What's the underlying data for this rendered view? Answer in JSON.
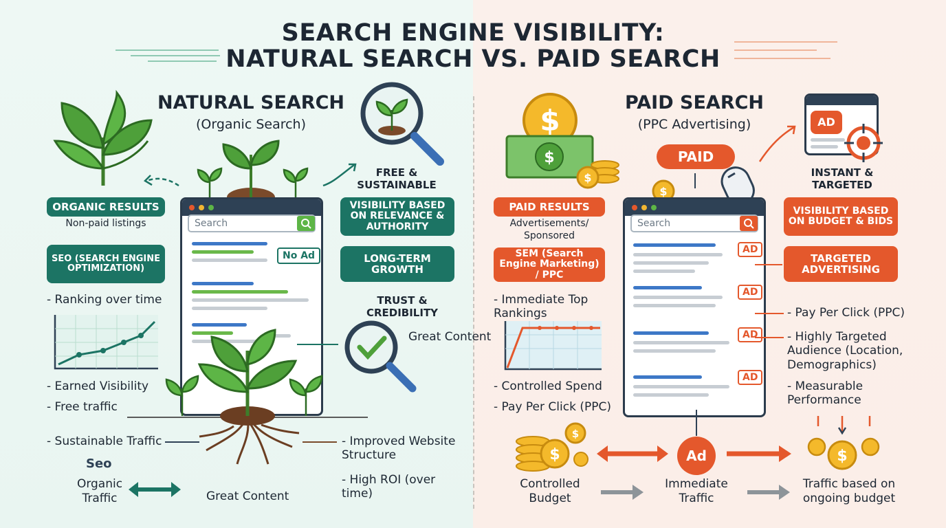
{
  "title": {
    "line1": "SEARCH ENGINE VISIBILITY:",
    "line2": "NATURAL SEARCH VS. PAID SEARCH"
  },
  "natural": {
    "heading": "NATURAL SEARCH",
    "subheading": "(Organic Search)",
    "free_label": "FREE & SUSTAINABLE",
    "organic_results": "ORGANIC RESULTS",
    "non_paid": "Non-paid listings",
    "seo": "SEO (SEARCH ENGINE OPTIMIZATION)",
    "ranking": "- Ranking over time",
    "earned": "- Earned Visibility",
    "free_traffic": "- Free traffic",
    "sustainable_traffic": "- Sustainable Traffic",
    "seo_word": "Seo",
    "organic_traffic": "Organic Traffic",
    "great_content_bottom": "Great Content",
    "visibility": "VISIBILITY BASED ON RELEVANCE & AUTHORITY",
    "long_term": "LONG-TERM GROWTH",
    "trust": "TRUST & CREDIBILITY",
    "great_content": "Great Content",
    "improved": "- Improved Website Structure",
    "high_roi": "- High ROI (over time)",
    "search_placeholder": "Search",
    "no_ad": "No Ad"
  },
  "paid": {
    "heading": "PAID SEARCH",
    "subheading": "(PPC Advertising)",
    "paid_button": "PAID",
    "ad_label": "AD",
    "instant": "INSTANT & TARGETED",
    "paid_results": "PAID RESULTS",
    "advertisements": "Advertisements/ Sponsored",
    "sem": "SEM (Search Engine Marketing) / PPC",
    "immediate_top": "- Immediate Top Rankings",
    "controlled_spend": "- Controlled Spend",
    "ppc_left": "- Pay Per Click (PPC)",
    "visibility": "VISIBILITY BASED ON BUDGET & BIDS",
    "targeted": "TARGETED ADVERTISING",
    "ppc_right": "- Pay Per Click (PPC)",
    "highly": "- Highly Targeted Audience (Location, Demographics)",
    "measurable": "- Measurable Performance",
    "controlled_budget": "Controlled Budget",
    "ad_circle": "Ad",
    "immediate_traffic": "Immediate Traffic",
    "traffic_budget": "Traffic based on ongoing budget",
    "search_placeholder": "Search",
    "ad_badge": "AD"
  },
  "colors": {
    "green_dark": "#1c7464",
    "orange": "#e4582c",
    "navy": "#2e4155"
  },
  "icons": [
    "plant-icon",
    "magnifier-plant-icon",
    "magnifier-check-icon",
    "growth-chart-icon",
    "roots-icon",
    "dollar-coin-icon",
    "banknote-icon",
    "mouse-icon",
    "target-icon",
    "coin-stack-icon",
    "arrow-icon"
  ]
}
